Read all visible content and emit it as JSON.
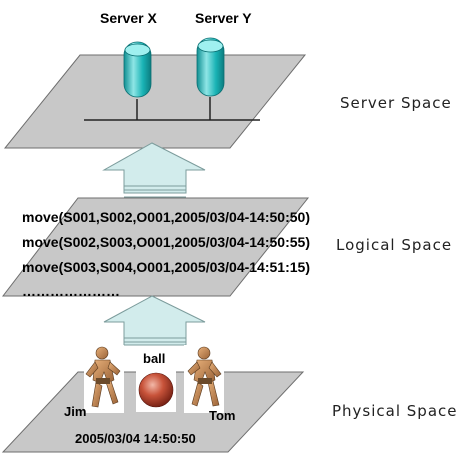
{
  "server_layer": {
    "servers": [
      {
        "label": "Server X"
      },
      {
        "label": "Server Y"
      }
    ],
    "space_label": "Server Space"
  },
  "logical_layer": {
    "lines": [
      "move(S001,S002,O001,2005/03/04-14:50:50)",
      "move(S002,S003,O001,2005/03/04-14:50:55)",
      "move(S003,S004,O001,2005/03/04-14:51:15)"
    ],
    "ellipsis": "…………………",
    "space_label": "Logical Space"
  },
  "physical_layer": {
    "ball_label": "ball",
    "person_left": "Jim",
    "person_right": "Tom",
    "timestamp": "2005/03/04 14:50:50",
    "space_label": "Physical Space"
  },
  "colors": {
    "plane_fill": "#c8c8c8",
    "plane_stroke": "#6e6e6e",
    "arrow_fill": "#d2ecec",
    "arrow_stroke": "#7c9c9c",
    "server_fill": "#19b3b5",
    "ball_fill": "#b8432c"
  }
}
